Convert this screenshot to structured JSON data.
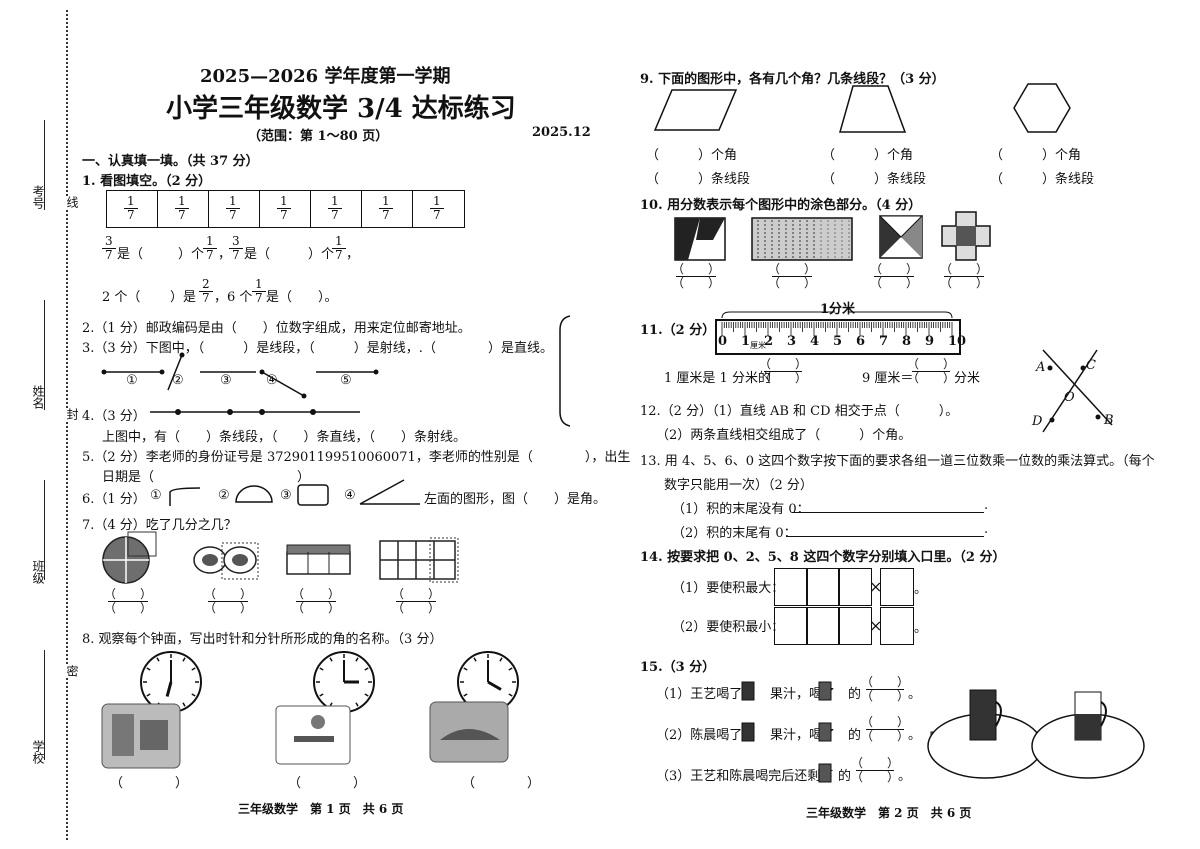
{
  "sidebar": {
    "kaohao": "考号",
    "xian": "线",
    "xingming": "姓名",
    "feng": "封",
    "banji": "班级",
    "mi": "密",
    "xuexiao": "学校"
  },
  "header": {
    "year": "2025—2026 学年度第一学期",
    "title": "小学三年级数学 3/4 达标练习",
    "range": "（范围：第 1～80 页）",
    "date": "2025.12"
  },
  "sec1": "一、认真填一填。（共 37 分）",
  "q1": {
    "title": "1. 看图填空。（2 分）",
    "cell_num": "1",
    "cell_den": "7",
    "l1": {
      "n3": "3",
      "d7": "7",
      "shi": "是（",
      "ge1": "）个",
      "n1": "1",
      "d1": "7",
      "comma": "，",
      "n3b": "3",
      "d7b": "7",
      "shi2": "是（",
      "ge2": "）个",
      "n1b": "1",
      "d1b": "7",
      "end": "，"
    },
    "l2": {
      "a": "2 个（",
      "b": "）是",
      "n2": "2",
      "d2": "7",
      "c": "，6 个",
      "n1": "1",
      "d1": "7",
      "e": "是（",
      "f": "）。"
    }
  },
  "q2": "2.（1 分）邮政编码是由（　　）位数字组成，用来定位邮寄地址。",
  "q3": {
    "text": "3.（3 分）下图中，（　　　）是线段，（　　　）是射线，.（　　　　）是直线。",
    "labels": [
      "①",
      "②",
      "③",
      "④",
      "⑤"
    ]
  },
  "q4": {
    "title": "4.（3 分）",
    "text": "上图中，有（　　）条线段，（　　）条直线，（　　）条射线。"
  },
  "q5": {
    "l1": "5.（2 分）李老师的身份证号是 372901199510060071，李老师的性别是（　　　　），出生",
    "l2": "日期是（　　　　　　　　　　　）"
  },
  "q6": {
    "title": "6.（1 分）",
    "marks": [
      "①",
      "②",
      "③",
      "④"
    ],
    "text": "左面的图形，图（　　）是角。"
  },
  "q7": "7.（4 分）吃了几分之几？",
  "q8": {
    "text": "8. 观察每个钟面，写出时针和分针所形成的角的名称。（3 分）",
    "answer": "（　　　　）"
  },
  "footer1": "三年级数学　第 1 页　共 6 页",
  "q9": {
    "text": "9. 下面的图形中，各有几个角？几条线段？（3 分）",
    "jiao": "（　　　）个角",
    "xian": "（　　　）条线段"
  },
  "q10": "10. 用分数表示每个图形中的涂色部分。（4 分）",
  "q11": {
    "title": "11.（2 分）",
    "top": "1分米",
    "ticks": [
      "0",
      "1",
      "2",
      "3",
      "4",
      "5",
      "6",
      "7",
      "8",
      "9",
      "10"
    ],
    "cm": "厘米",
    "a": "1 厘米是 1 分米的",
    "b": "9 厘米＝",
    "c": "分米",
    "pts": [
      "A",
      "C",
      "O",
      "D",
      "B"
    ]
  },
  "q12": {
    "l1": "12.（2 分）（1）直线 AB 和 CD 相交于点（　　　）。",
    "l2": "（2）两条直线相交组成了（　　　）个角。"
  },
  "q13": {
    "l1": "13. 用 4、5、6、0 这四个数字按下面的要求各组一道三位数乘一位数的乘法算式。（每个",
    "l2": "数字只能用一次）（2 分）",
    "a": "（1）积的末尾没有 0：",
    "b": "（2）积的末尾有 0："
  },
  "q14": {
    "text": "14. 按要求把 0、2、5、8 这四个数字分别填入口里。（2 分）",
    "a": "（1）要使积最大：",
    "b": "（2）要使积最小：",
    "x": "×",
    "dot": "。"
  },
  "q15": {
    "title": "15.（3 分）",
    "a1": "（1）王艺喝了 1",
    "a2": "果汁，喝了",
    "b1": "（2）陈晨喝了 3",
    "b2": "果汁，喝了",
    "c1": "（3）王艺和陈晨喝完后还剩下",
    "de": "的",
    "dot": "。"
  },
  "footer2": "三年级数学　第 2 页　共 6 页"
}
